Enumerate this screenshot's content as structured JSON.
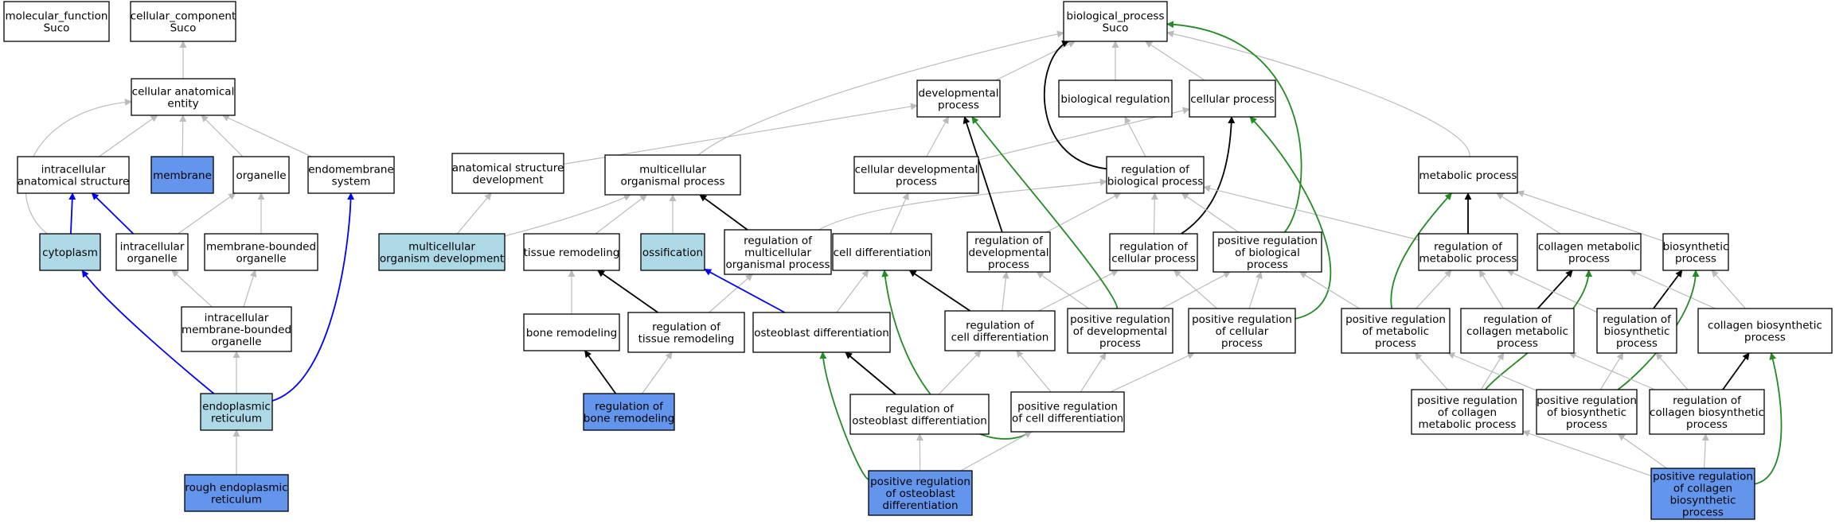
{
  "colors": {
    "plain": "#ffffff",
    "light": "#add8e6",
    "dark": "#6495ed",
    "edge_is_a": "#bbbbbb",
    "edge_regulates": "#000000",
    "edge_part_of": "#0000ff",
    "edge_positively_regulates": "#228b22"
  },
  "graph": {
    "nodes": [
      {
        "id": "mf",
        "label": [
          "molecular_function",
          "Suco"
        ],
        "style": "plain"
      },
      {
        "id": "cc",
        "label": [
          "cellular_component",
          "Suco"
        ],
        "style": "plain"
      },
      {
        "id": "cae",
        "label": [
          "cellular anatomical",
          "entity"
        ],
        "style": "plain"
      },
      {
        "id": "ias",
        "label": [
          "intracellular",
          "anatomical structure"
        ],
        "style": "plain"
      },
      {
        "id": "mem",
        "label": [
          "membrane"
        ],
        "style": "dark"
      },
      {
        "id": "org",
        "label": [
          "organelle"
        ],
        "style": "plain"
      },
      {
        "id": "endo",
        "label": [
          "endomembrane",
          "system"
        ],
        "style": "plain"
      },
      {
        "id": "cyto",
        "label": [
          "cytoplasm"
        ],
        "style": "light"
      },
      {
        "id": "io",
        "label": [
          "intracellular",
          "organelle"
        ],
        "style": "plain"
      },
      {
        "id": "mbo",
        "label": [
          "membrane-bounded",
          "organelle"
        ],
        "style": "plain"
      },
      {
        "id": "imbo",
        "label": [
          "intracellular",
          "membrane-bounded",
          "organelle"
        ],
        "style": "plain"
      },
      {
        "id": "er",
        "label": [
          "endoplasmic",
          "reticulum"
        ],
        "style": "light"
      },
      {
        "id": "rer",
        "label": [
          "rough endoplasmic",
          "reticulum"
        ],
        "style": "dark"
      },
      {
        "id": "bp",
        "label": [
          "biological_process",
          "Suco"
        ],
        "style": "plain"
      },
      {
        "id": "dev",
        "label": [
          "developmental",
          "process"
        ],
        "style": "plain"
      },
      {
        "id": "breg",
        "label": [
          "biological regulation"
        ],
        "style": "plain"
      },
      {
        "id": "cp",
        "label": [
          "cellular process"
        ],
        "style": "plain"
      },
      {
        "id": "asd",
        "label": [
          "anatomical structure",
          "development"
        ],
        "style": "plain"
      },
      {
        "id": "mop",
        "label": [
          "multicellular",
          "organismal process"
        ],
        "style": "plain"
      },
      {
        "id": "cdp",
        "label": [
          "cellular developmental",
          "process"
        ],
        "style": "plain"
      },
      {
        "id": "rbp",
        "label": [
          "regulation of",
          "biological process"
        ],
        "style": "plain"
      },
      {
        "id": "metp",
        "label": [
          "metabolic process"
        ],
        "style": "plain"
      },
      {
        "id": "mod",
        "label": [
          "multicellular",
          "organism development"
        ],
        "style": "light"
      },
      {
        "id": "tr",
        "label": [
          "tissue remodeling"
        ],
        "style": "plain"
      },
      {
        "id": "oss",
        "label": [
          "ossification"
        ],
        "style": "light"
      },
      {
        "id": "rmop",
        "label": [
          "regulation of",
          "multicellular",
          "organismal process"
        ],
        "style": "plain"
      },
      {
        "id": "cd",
        "label": [
          "cell differentiation"
        ],
        "style": "plain"
      },
      {
        "id": "rdp",
        "label": [
          "regulation of",
          "developmental",
          "process"
        ],
        "style": "plain"
      },
      {
        "id": "rcp",
        "label": [
          "regulation of",
          "cellular process"
        ],
        "style": "plain"
      },
      {
        "id": "prbp",
        "label": [
          "positive regulation",
          "of biological",
          "process"
        ],
        "style": "plain"
      },
      {
        "id": "rmp",
        "label": [
          "regulation of",
          "metabolic process"
        ],
        "style": "plain"
      },
      {
        "id": "cmp",
        "label": [
          "collagen metabolic",
          "process"
        ],
        "style": "plain"
      },
      {
        "id": "bsp",
        "label": [
          "biosynthetic",
          "process"
        ],
        "style": "plain"
      },
      {
        "id": "br",
        "label": [
          "bone remodeling"
        ],
        "style": "plain"
      },
      {
        "id": "rtr",
        "label": [
          "regulation of",
          "tissue remodeling"
        ],
        "style": "plain"
      },
      {
        "id": "od",
        "label": [
          "osteoblast differentiation"
        ],
        "style": "plain"
      },
      {
        "id": "rcd",
        "label": [
          "regulation of",
          "cell differentiation"
        ],
        "style": "plain"
      },
      {
        "id": "prdp",
        "label": [
          "positive regulation",
          "of developmental",
          "process"
        ],
        "style": "plain"
      },
      {
        "id": "prcp",
        "label": [
          "positive regulation",
          "of cellular",
          "process"
        ],
        "style": "plain"
      },
      {
        "id": "prmp",
        "label": [
          "positive regulation",
          "of metabolic",
          "process"
        ],
        "style": "plain"
      },
      {
        "id": "rcmp",
        "label": [
          "regulation of",
          "collagen metabolic",
          "process"
        ],
        "style": "plain"
      },
      {
        "id": "rbsp",
        "label": [
          "regulation of",
          "biosynthetic",
          "process"
        ],
        "style": "plain"
      },
      {
        "id": "cbp",
        "label": [
          "collagen biosynthetic",
          "process"
        ],
        "style": "plain"
      },
      {
        "id": "rbr",
        "label": [
          "regulation of",
          "bone remodeling"
        ],
        "style": "dark"
      },
      {
        "id": "rod",
        "label": [
          "regulation of",
          "osteoblast differentiation"
        ],
        "style": "plain"
      },
      {
        "id": "prcd",
        "label": [
          "positive regulation",
          "of cell differentiation"
        ],
        "style": "plain"
      },
      {
        "id": "prcmp",
        "label": [
          "positive regulation",
          "of collagen",
          "metabolic process"
        ],
        "style": "plain"
      },
      {
        "id": "prbsp",
        "label": [
          "positive regulation",
          "of biosynthetic",
          "process"
        ],
        "style": "plain"
      },
      {
        "id": "rcbp",
        "label": [
          "regulation of",
          "collagen biosynthetic",
          "process"
        ],
        "style": "plain"
      },
      {
        "id": "prod",
        "label": [
          "positive regulation",
          "of osteoblast",
          "differentiation"
        ],
        "style": "dark"
      },
      {
        "id": "prcbp",
        "label": [
          "positive regulation",
          "of collagen",
          "biosynthetic",
          "process"
        ],
        "style": "dark"
      }
    ],
    "edges": [
      {
        "from": "cae",
        "to": "cc",
        "type": "is_a"
      },
      {
        "from": "ias",
        "to": "cae",
        "type": "is_a"
      },
      {
        "from": "mem",
        "to": "cae",
        "type": "is_a"
      },
      {
        "from": "org",
        "to": "cae",
        "type": "is_a"
      },
      {
        "from": "endo",
        "to": "cae",
        "type": "is_a"
      },
      {
        "from": "cyto",
        "to": "cae",
        "type": "is_a"
      },
      {
        "from": "cyto",
        "to": "ias",
        "type": "part_of"
      },
      {
        "from": "io",
        "to": "ias",
        "type": "part_of"
      },
      {
        "from": "io",
        "to": "org",
        "type": "is_a"
      },
      {
        "from": "mbo",
        "to": "org",
        "type": "is_a"
      },
      {
        "from": "imbo",
        "to": "io",
        "type": "is_a"
      },
      {
        "from": "imbo",
        "to": "mbo",
        "type": "is_a"
      },
      {
        "from": "er",
        "to": "imbo",
        "type": "is_a"
      },
      {
        "from": "er",
        "to": "cyto",
        "type": "part_of"
      },
      {
        "from": "er",
        "to": "endo",
        "type": "part_of"
      },
      {
        "from": "rer",
        "to": "er",
        "type": "is_a"
      },
      {
        "from": "dev",
        "to": "bp",
        "type": "is_a"
      },
      {
        "from": "breg",
        "to": "bp",
        "type": "is_a"
      },
      {
        "from": "cp",
        "to": "bp",
        "type": "is_a"
      },
      {
        "from": "mop",
        "to": "bp",
        "type": "is_a"
      },
      {
        "from": "metp",
        "to": "bp",
        "type": "is_a"
      },
      {
        "from": "asd",
        "to": "dev",
        "type": "is_a"
      },
      {
        "from": "cdp",
        "to": "dev",
        "type": "is_a"
      },
      {
        "from": "cdp",
        "to": "cp",
        "type": "is_a"
      },
      {
        "from": "rbp",
        "to": "breg",
        "type": "is_a"
      },
      {
        "from": "rbp",
        "to": "bp",
        "type": "regulates"
      },
      {
        "from": "mod",
        "to": "asd",
        "type": "is_a"
      },
      {
        "from": "mod",
        "to": "mop",
        "type": "is_a"
      },
      {
        "from": "tr",
        "to": "mop",
        "type": "is_a"
      },
      {
        "from": "oss",
        "to": "mop",
        "type": "is_a"
      },
      {
        "from": "rmop",
        "to": "mop",
        "type": "regulates"
      },
      {
        "from": "rmop",
        "to": "rbp",
        "type": "is_a"
      },
      {
        "from": "cd",
        "to": "cdp",
        "type": "is_a"
      },
      {
        "from": "rdp",
        "to": "dev",
        "type": "regulates"
      },
      {
        "from": "rdp",
        "to": "rbp",
        "type": "is_a"
      },
      {
        "from": "rcp",
        "to": "rbp",
        "type": "is_a"
      },
      {
        "from": "rcp",
        "to": "cp",
        "type": "regulates"
      },
      {
        "from": "prbp",
        "to": "rbp",
        "type": "is_a"
      },
      {
        "from": "prbp",
        "to": "bp",
        "type": "positively_regulates"
      },
      {
        "from": "rmp",
        "to": "rbp",
        "type": "is_a"
      },
      {
        "from": "rmp",
        "to": "metp",
        "type": "regulates"
      },
      {
        "from": "cmp",
        "to": "metp",
        "type": "is_a"
      },
      {
        "from": "bsp",
        "to": "metp",
        "type": "is_a"
      },
      {
        "from": "br",
        "to": "tr",
        "type": "is_a"
      },
      {
        "from": "rtr",
        "to": "tr",
        "type": "regulates"
      },
      {
        "from": "rtr",
        "to": "rmop",
        "type": "is_a"
      },
      {
        "from": "od",
        "to": "cd",
        "type": "is_a"
      },
      {
        "from": "od",
        "to": "oss",
        "type": "part_of"
      },
      {
        "from": "rcd",
        "to": "cd",
        "type": "regulates"
      },
      {
        "from": "rcd",
        "to": "rcp",
        "type": "is_a"
      },
      {
        "from": "rcd",
        "to": "rdp",
        "type": "is_a"
      },
      {
        "from": "prdp",
        "to": "rdp",
        "type": "is_a"
      },
      {
        "from": "prdp",
        "to": "prbp",
        "type": "is_a"
      },
      {
        "from": "prdp",
        "to": "dev",
        "type": "positively_regulates"
      },
      {
        "from": "prcp",
        "to": "rcp",
        "type": "is_a"
      },
      {
        "from": "prcp",
        "to": "prbp",
        "type": "is_a"
      },
      {
        "from": "prcp",
        "to": "cp",
        "type": "positively_regulates"
      },
      {
        "from": "prmp",
        "to": "rmp",
        "type": "is_a"
      },
      {
        "from": "prmp",
        "to": "prbp",
        "type": "is_a"
      },
      {
        "from": "prmp",
        "to": "metp",
        "type": "positively_regulates"
      },
      {
        "from": "rcmp",
        "to": "rmp",
        "type": "is_a"
      },
      {
        "from": "rcmp",
        "to": "cmp",
        "type": "regulates"
      },
      {
        "from": "rbsp",
        "to": "rmp",
        "type": "is_a"
      },
      {
        "from": "rbsp",
        "to": "bsp",
        "type": "regulates"
      },
      {
        "from": "cbp",
        "to": "cmp",
        "type": "is_a"
      },
      {
        "from": "cbp",
        "to": "bsp",
        "type": "is_a"
      },
      {
        "from": "rbr",
        "to": "br",
        "type": "regulates"
      },
      {
        "from": "rbr",
        "to": "rtr",
        "type": "is_a"
      },
      {
        "from": "rod",
        "to": "od",
        "type": "regulates"
      },
      {
        "from": "rod",
        "to": "rcd",
        "type": "is_a"
      },
      {
        "from": "prcd",
        "to": "rcd",
        "type": "is_a"
      },
      {
        "from": "prcd",
        "to": "prdp",
        "type": "is_a"
      },
      {
        "from": "prcd",
        "to": "prcp",
        "type": "is_a"
      },
      {
        "from": "prcd",
        "to": "cd",
        "type": "positively_regulates"
      },
      {
        "from": "prcmp",
        "to": "rcmp",
        "type": "is_a"
      },
      {
        "from": "prcmp",
        "to": "prmp",
        "type": "is_a"
      },
      {
        "from": "prcmp",
        "to": "cmp",
        "type": "positively_regulates"
      },
      {
        "from": "prbsp",
        "to": "rbsp",
        "type": "is_a"
      },
      {
        "from": "prbsp",
        "to": "prmp",
        "type": "is_a"
      },
      {
        "from": "prbsp",
        "to": "bsp",
        "type": "positively_regulates"
      },
      {
        "from": "rcbp",
        "to": "rcmp",
        "type": "is_a"
      },
      {
        "from": "rcbp",
        "to": "rbsp",
        "type": "is_a"
      },
      {
        "from": "rcbp",
        "to": "cbp",
        "type": "regulates"
      },
      {
        "from": "prod",
        "to": "rod",
        "type": "is_a"
      },
      {
        "from": "prod",
        "to": "prcd",
        "type": "is_a"
      },
      {
        "from": "prod",
        "to": "od",
        "type": "positively_regulates"
      },
      {
        "from": "prcbp",
        "to": "prcmp",
        "type": "is_a"
      },
      {
        "from": "prcbp",
        "to": "prbsp",
        "type": "is_a"
      },
      {
        "from": "prcbp",
        "to": "rcbp",
        "type": "is_a"
      },
      {
        "from": "prcbp",
        "to": "cbp",
        "type": "positively_regulates"
      }
    ]
  }
}
